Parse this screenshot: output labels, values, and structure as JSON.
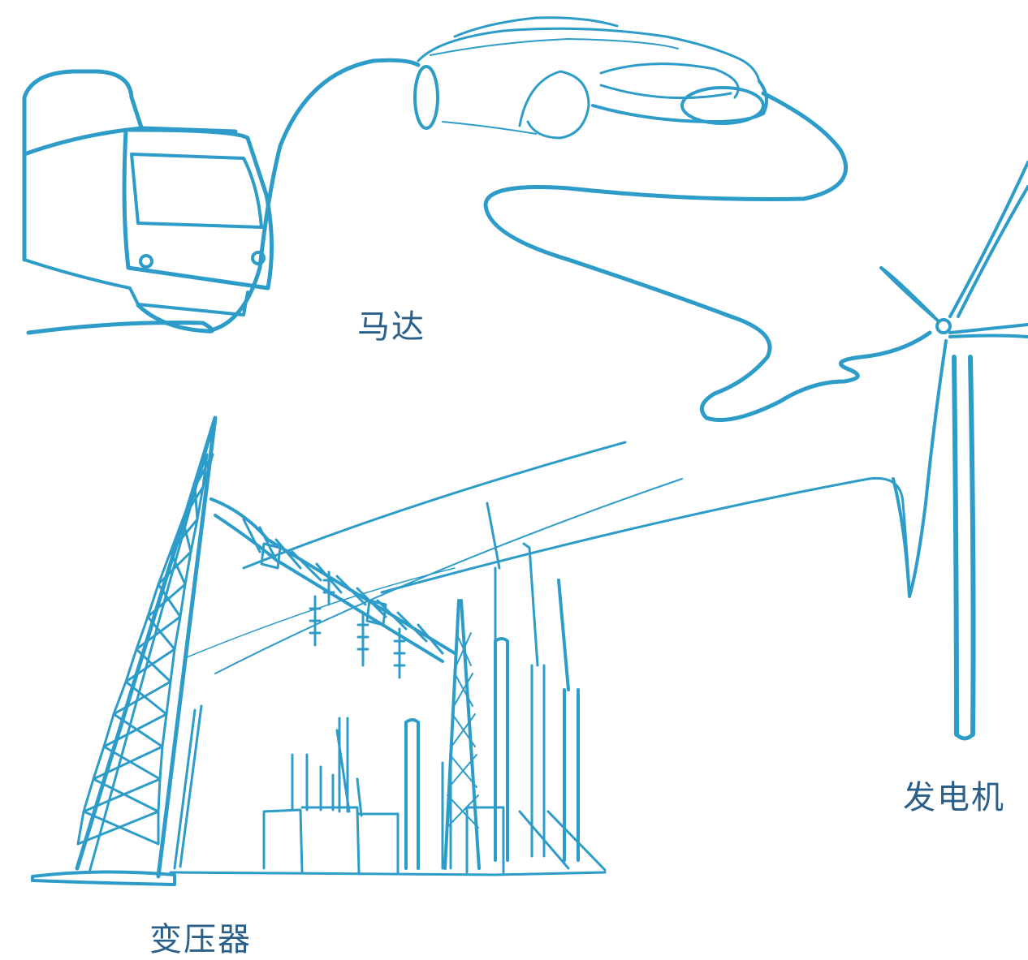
{
  "labels": {
    "motor": "马达",
    "generator": "发电机",
    "transformer": "变压器"
  },
  "colors": {
    "line": "#2e9cc9",
    "label": "#2a5f8a",
    "background": "#ffffff"
  }
}
